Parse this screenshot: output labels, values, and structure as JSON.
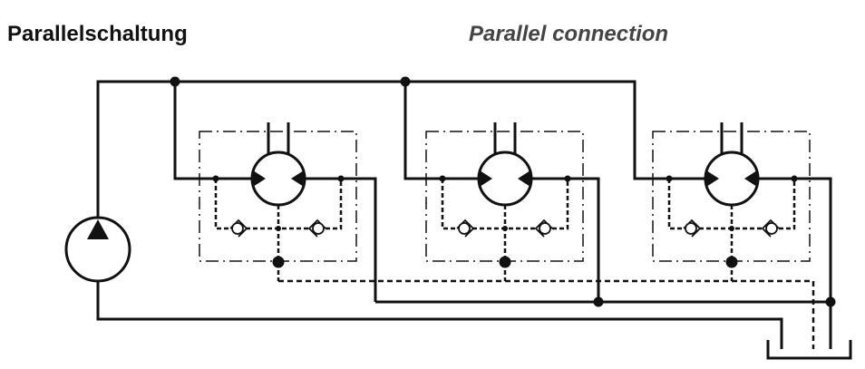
{
  "titles": {
    "german": "Parallelschaltung",
    "english": "Parallel connection"
  },
  "diagram": {
    "motor_count": 3,
    "colors": {
      "line": "#111111",
      "background": "#ffffff",
      "english_title": "#444444"
    }
  }
}
